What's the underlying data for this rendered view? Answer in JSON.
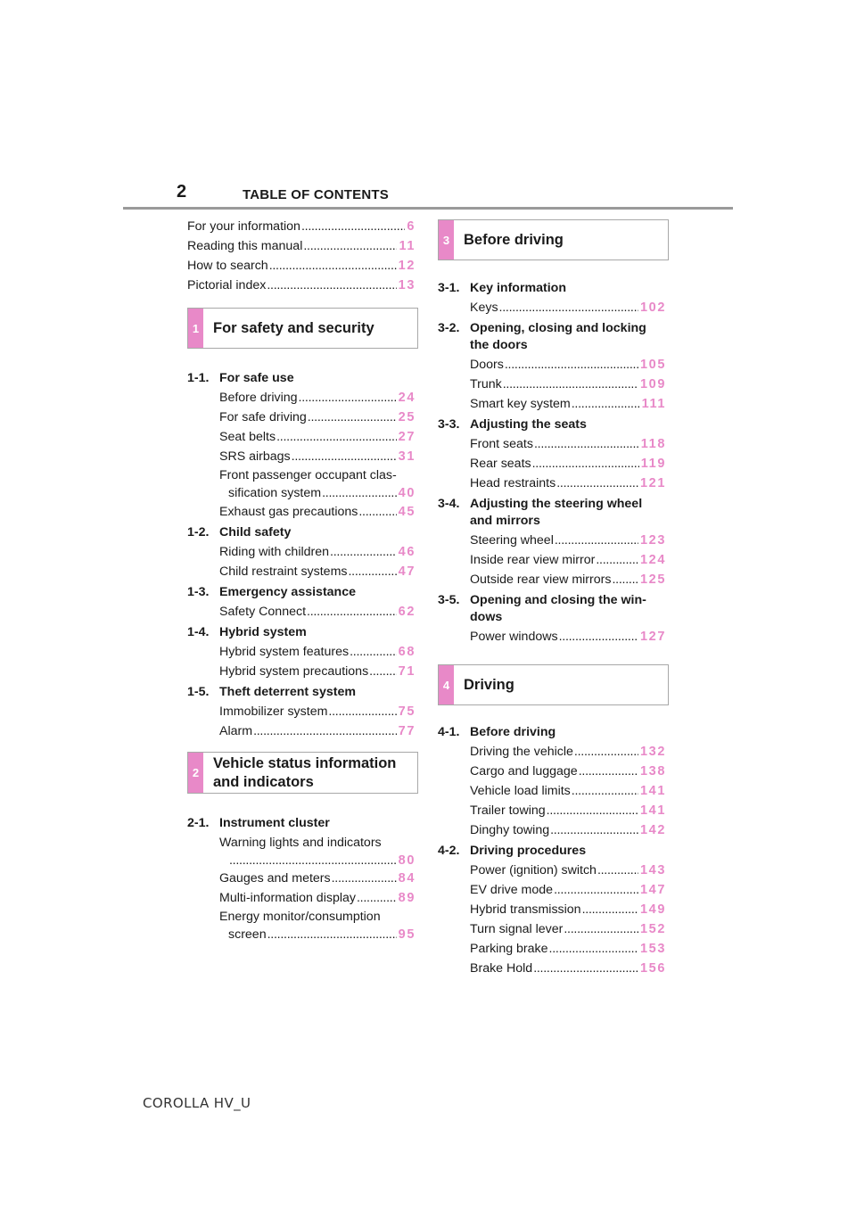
{
  "header": {
    "page_number": "2",
    "title": "TABLE OF CONTENTS"
  },
  "intro": [
    {
      "label": "For your information",
      "page": "6"
    },
    {
      "label": "Reading this manual",
      "page": "11"
    },
    {
      "label": "How to search",
      "page": "12"
    },
    {
      "label": "Pictorial index",
      "page": "13"
    }
  ],
  "chapters": {
    "c1": {
      "number": "1",
      "title": "For safety and security",
      "sections": {
        "s1": {
          "num": "1-1.",
          "title": "For safe use",
          "items": [
            {
              "label": "Before driving",
              "page": "24"
            },
            {
              "label": "For safe driving",
              "page": "25"
            },
            {
              "label": "Seat belts",
              "page": "27"
            },
            {
              "label": "SRS airbags",
              "page": "31"
            }
          ],
          "wrap": {
            "line1": "Front passenger occupant clas-",
            "line2": "sification system",
            "page": "40"
          },
          "items2": [
            {
              "label": "Exhaust gas precautions",
              "page": "45"
            }
          ]
        },
        "s2": {
          "num": "1-2.",
          "title": "Child safety",
          "items": [
            {
              "label": "Riding with children",
              "page": "46"
            },
            {
              "label": "Child restraint systems",
              "page": "47"
            }
          ]
        },
        "s3": {
          "num": "1-3.",
          "title": "Emergency assistance",
          "items": [
            {
              "label": "Safety Connect",
              "page": "62"
            }
          ]
        },
        "s4": {
          "num": "1-4.",
          "title": "Hybrid system",
          "items": [
            {
              "label": "Hybrid system features",
              "page": "68"
            },
            {
              "label": "Hybrid system precautions",
              "page": "71"
            }
          ]
        },
        "s5": {
          "num": "1-5.",
          "title": "Theft deterrent system",
          "items": [
            {
              "label": "Immobilizer system",
              "page": "75"
            },
            {
              "label": "Alarm",
              "page": "77"
            }
          ]
        }
      }
    },
    "c2": {
      "number": "2",
      "title_line1": "Vehicle status information",
      "title_line2": "and indicators",
      "sections": {
        "s1": {
          "num": "2-1.",
          "title": "Instrument cluster",
          "wrap1": {
            "line1": "Warning lights and indicators",
            "line2": "",
            "page": "80"
          },
          "items": [
            {
              "label": "Gauges and meters",
              "page": "84"
            },
            {
              "label": "Multi-information display",
              "page": "89"
            }
          ],
          "wrap2": {
            "line1": "Energy monitor/consumption",
            "line2": "screen",
            "page": "95"
          }
        }
      }
    },
    "c3": {
      "number": "3",
      "title": "Before driving",
      "sections": {
        "s1": {
          "num": "3-1.",
          "title": "Key information",
          "items": [
            {
              "label": "Keys",
              "page": "102"
            }
          ]
        },
        "s2": {
          "num": "3-2.",
          "title_line1": "Opening, closing and locking",
          "title_line2": "the doors",
          "items": [
            {
              "label": "Doors",
              "page": "105"
            },
            {
              "label": "Trunk",
              "page": "109"
            },
            {
              "label": "Smart key system",
              "page": "111"
            }
          ]
        },
        "s3": {
          "num": "3-3.",
          "title": "Adjusting the seats",
          "items": [
            {
              "label": "Front seats",
              "page": "118"
            },
            {
              "label": "Rear seats",
              "page": "119"
            },
            {
              "label": "Head restraints",
              "page": "121"
            }
          ]
        },
        "s4": {
          "num": "3-4.",
          "title_line1": "Adjusting the steering wheel",
          "title_line2": "and mirrors",
          "items": [
            {
              "label": "Steering wheel",
              "page": "123"
            },
            {
              "label": "Inside rear view mirror",
              "page": "124"
            },
            {
              "label": "Outside rear view mirrors",
              "page": "125"
            }
          ]
        },
        "s5": {
          "num": "3-5.",
          "title_line1": "Opening and closing the win-",
          "title_line2": "dows",
          "items": [
            {
              "label": "Power windows",
              "page": "127"
            }
          ]
        }
      }
    },
    "c4": {
      "number": "4",
      "title": "Driving",
      "sections": {
        "s1": {
          "num": "4-1.",
          "title": "Before driving",
          "items": [
            {
              "label": "Driving the vehicle",
              "page": "132"
            },
            {
              "label": "Cargo and luggage",
              "page": "138"
            },
            {
              "label": "Vehicle load limits",
              "page": "141"
            },
            {
              "label": "Trailer towing",
              "page": "141"
            },
            {
              "label": "Dinghy towing",
              "page": "142"
            }
          ]
        },
        "s2": {
          "num": "4-2.",
          "title": "Driving procedures",
          "items": [
            {
              "label": "Power (ignition) switch",
              "page": "143"
            },
            {
              "label": "EV drive mode",
              "page": "147"
            },
            {
              "label": "Hybrid transmission",
              "page": "149"
            },
            {
              "label": "Turn signal lever",
              "page": "152"
            },
            {
              "label": "Parking brake",
              "page": "153"
            },
            {
              "label": "Brake Hold",
              "page": "156"
            }
          ]
        }
      }
    }
  },
  "footer": {
    "model": "COROLLA HV_U"
  },
  "colors": {
    "accent": "#e889c8",
    "rule": "#9a9a9a"
  }
}
